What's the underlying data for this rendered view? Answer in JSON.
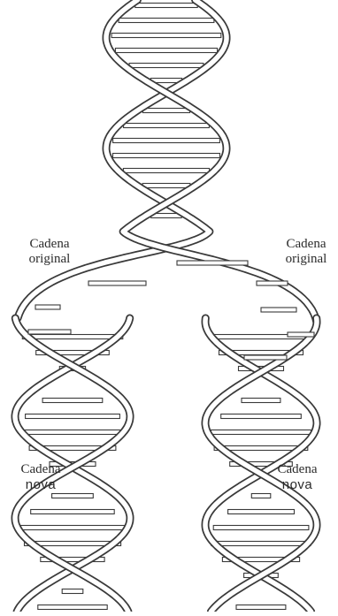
{
  "labels": {
    "original_left": {
      "line1": "Cadena",
      "line2": "original"
    },
    "original_right": {
      "line1": "Cadena",
      "line2": "original"
    },
    "new_left": {
      "line1": "Cadena",
      "line2": "nova"
    },
    "new_right": {
      "line1": "Cadena",
      "line2": "nova"
    }
  },
  "colors": {
    "ink": "#3a3a3a",
    "background": "#ffffff"
  }
}
